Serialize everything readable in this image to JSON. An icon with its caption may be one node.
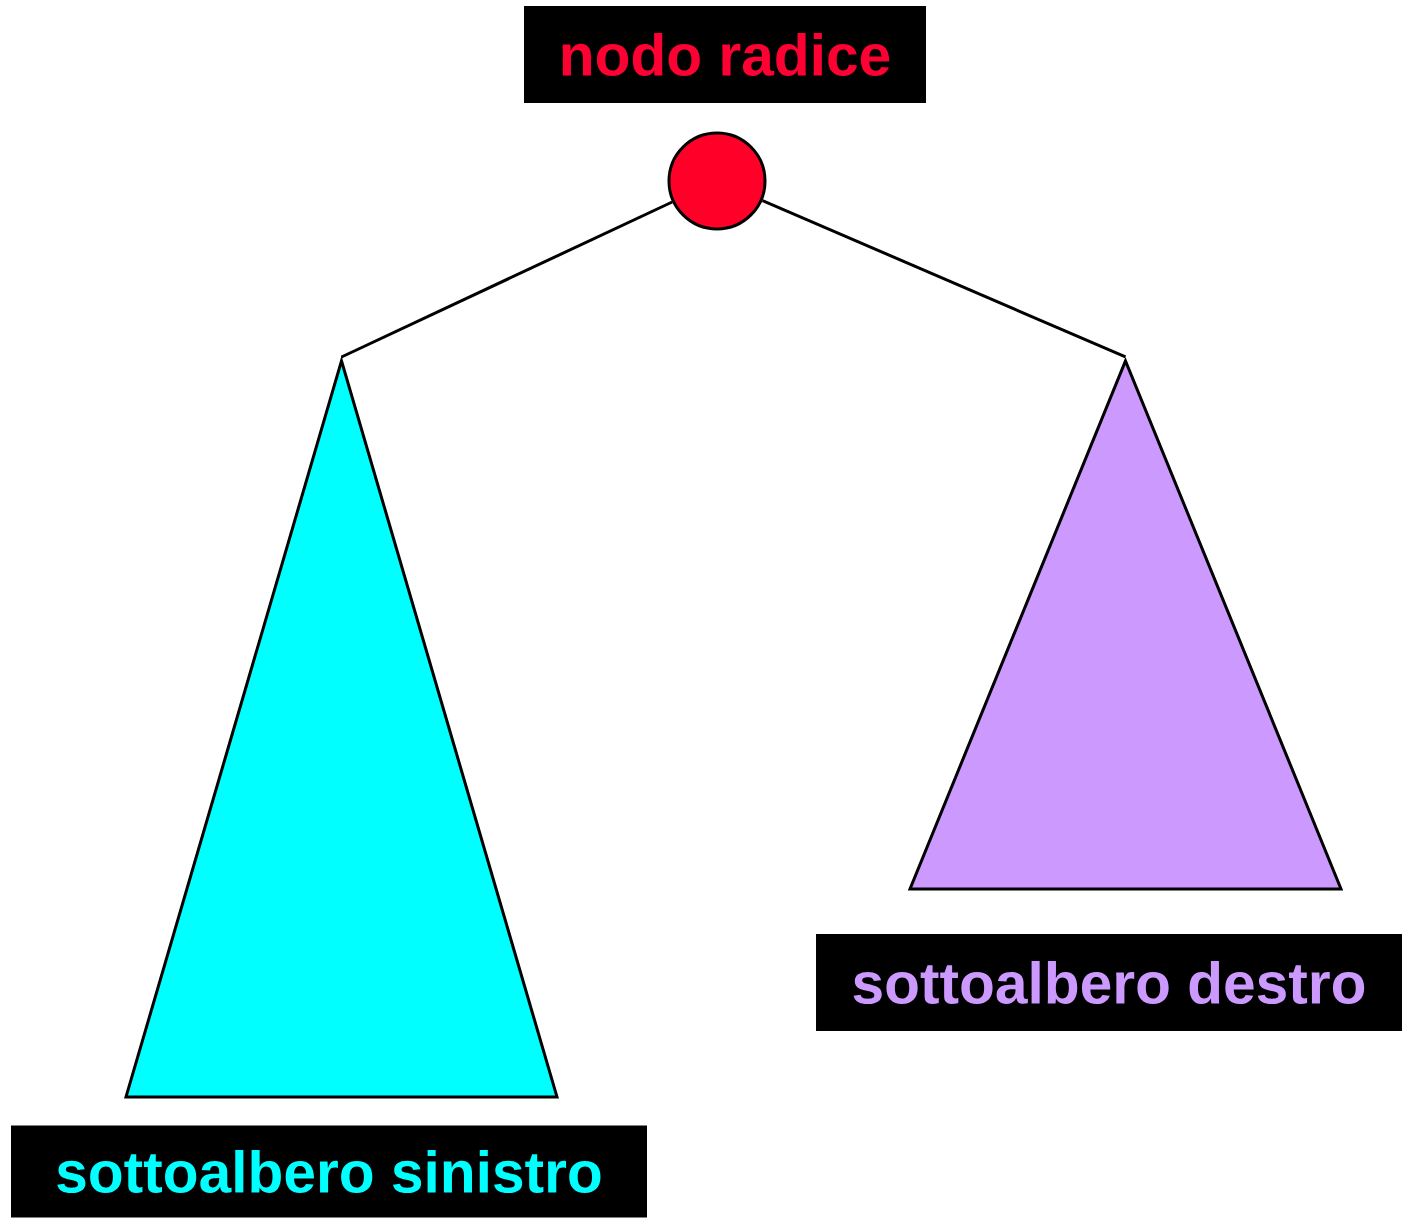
{
  "diagram": {
    "nodes": [
      {
        "text": [
          "nodo radice"
        ]
      },
      {
        "text": [],
        "shape": "circle"
      },
      {
        "text": [],
        "shape": "triangle"
      },
      {
        "text": [],
        "shape": "triangle"
      },
      {
        "text": [
          "sottoalbero destro"
        ]
      },
      {
        "text": [
          "sottoalbero sinistro"
        ]
      }
    ],
    "edges": [
      {
        "from": 1,
        "to": 2,
        "arrow": "none"
      },
      {
        "from": 1,
        "to": 3,
        "arrow": "none"
      }
    ]
  }
}
